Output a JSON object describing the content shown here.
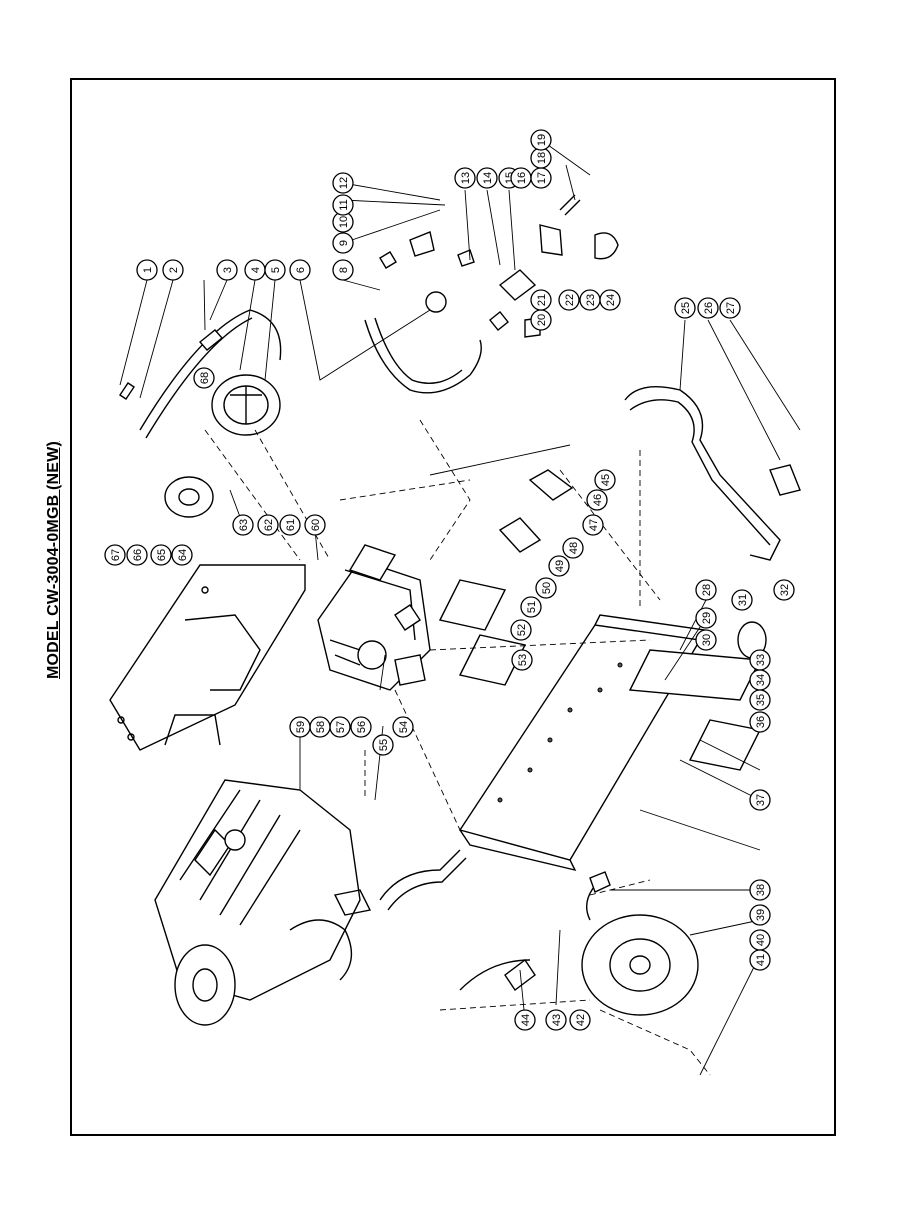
{
  "title": "MODEL CW-3004-0MGB (NEW)",
  "callouts": [
    "1",
    "2",
    "3",
    "4",
    "5",
    "6",
    "8",
    "9",
    "10",
    "11",
    "12",
    "13",
    "14",
    "15",
    "16",
    "17",
    "18",
    "19",
    "20",
    "21",
    "22",
    "23",
    "24",
    "25",
    "26",
    "27",
    "28",
    "29",
    "30",
    "31",
    "32",
    "33",
    "34",
    "35",
    "36",
    "37",
    "38",
    "39",
    "40",
    "41",
    "42",
    "43",
    "44",
    "45",
    "46",
    "47",
    "48",
    "49",
    "50",
    "51",
    "52",
    "53",
    "54",
    "55",
    "56",
    "57",
    "58",
    "59",
    "60",
    "61",
    "62",
    "63",
    "64",
    "65",
    "66",
    "67",
    "68"
  ]
}
